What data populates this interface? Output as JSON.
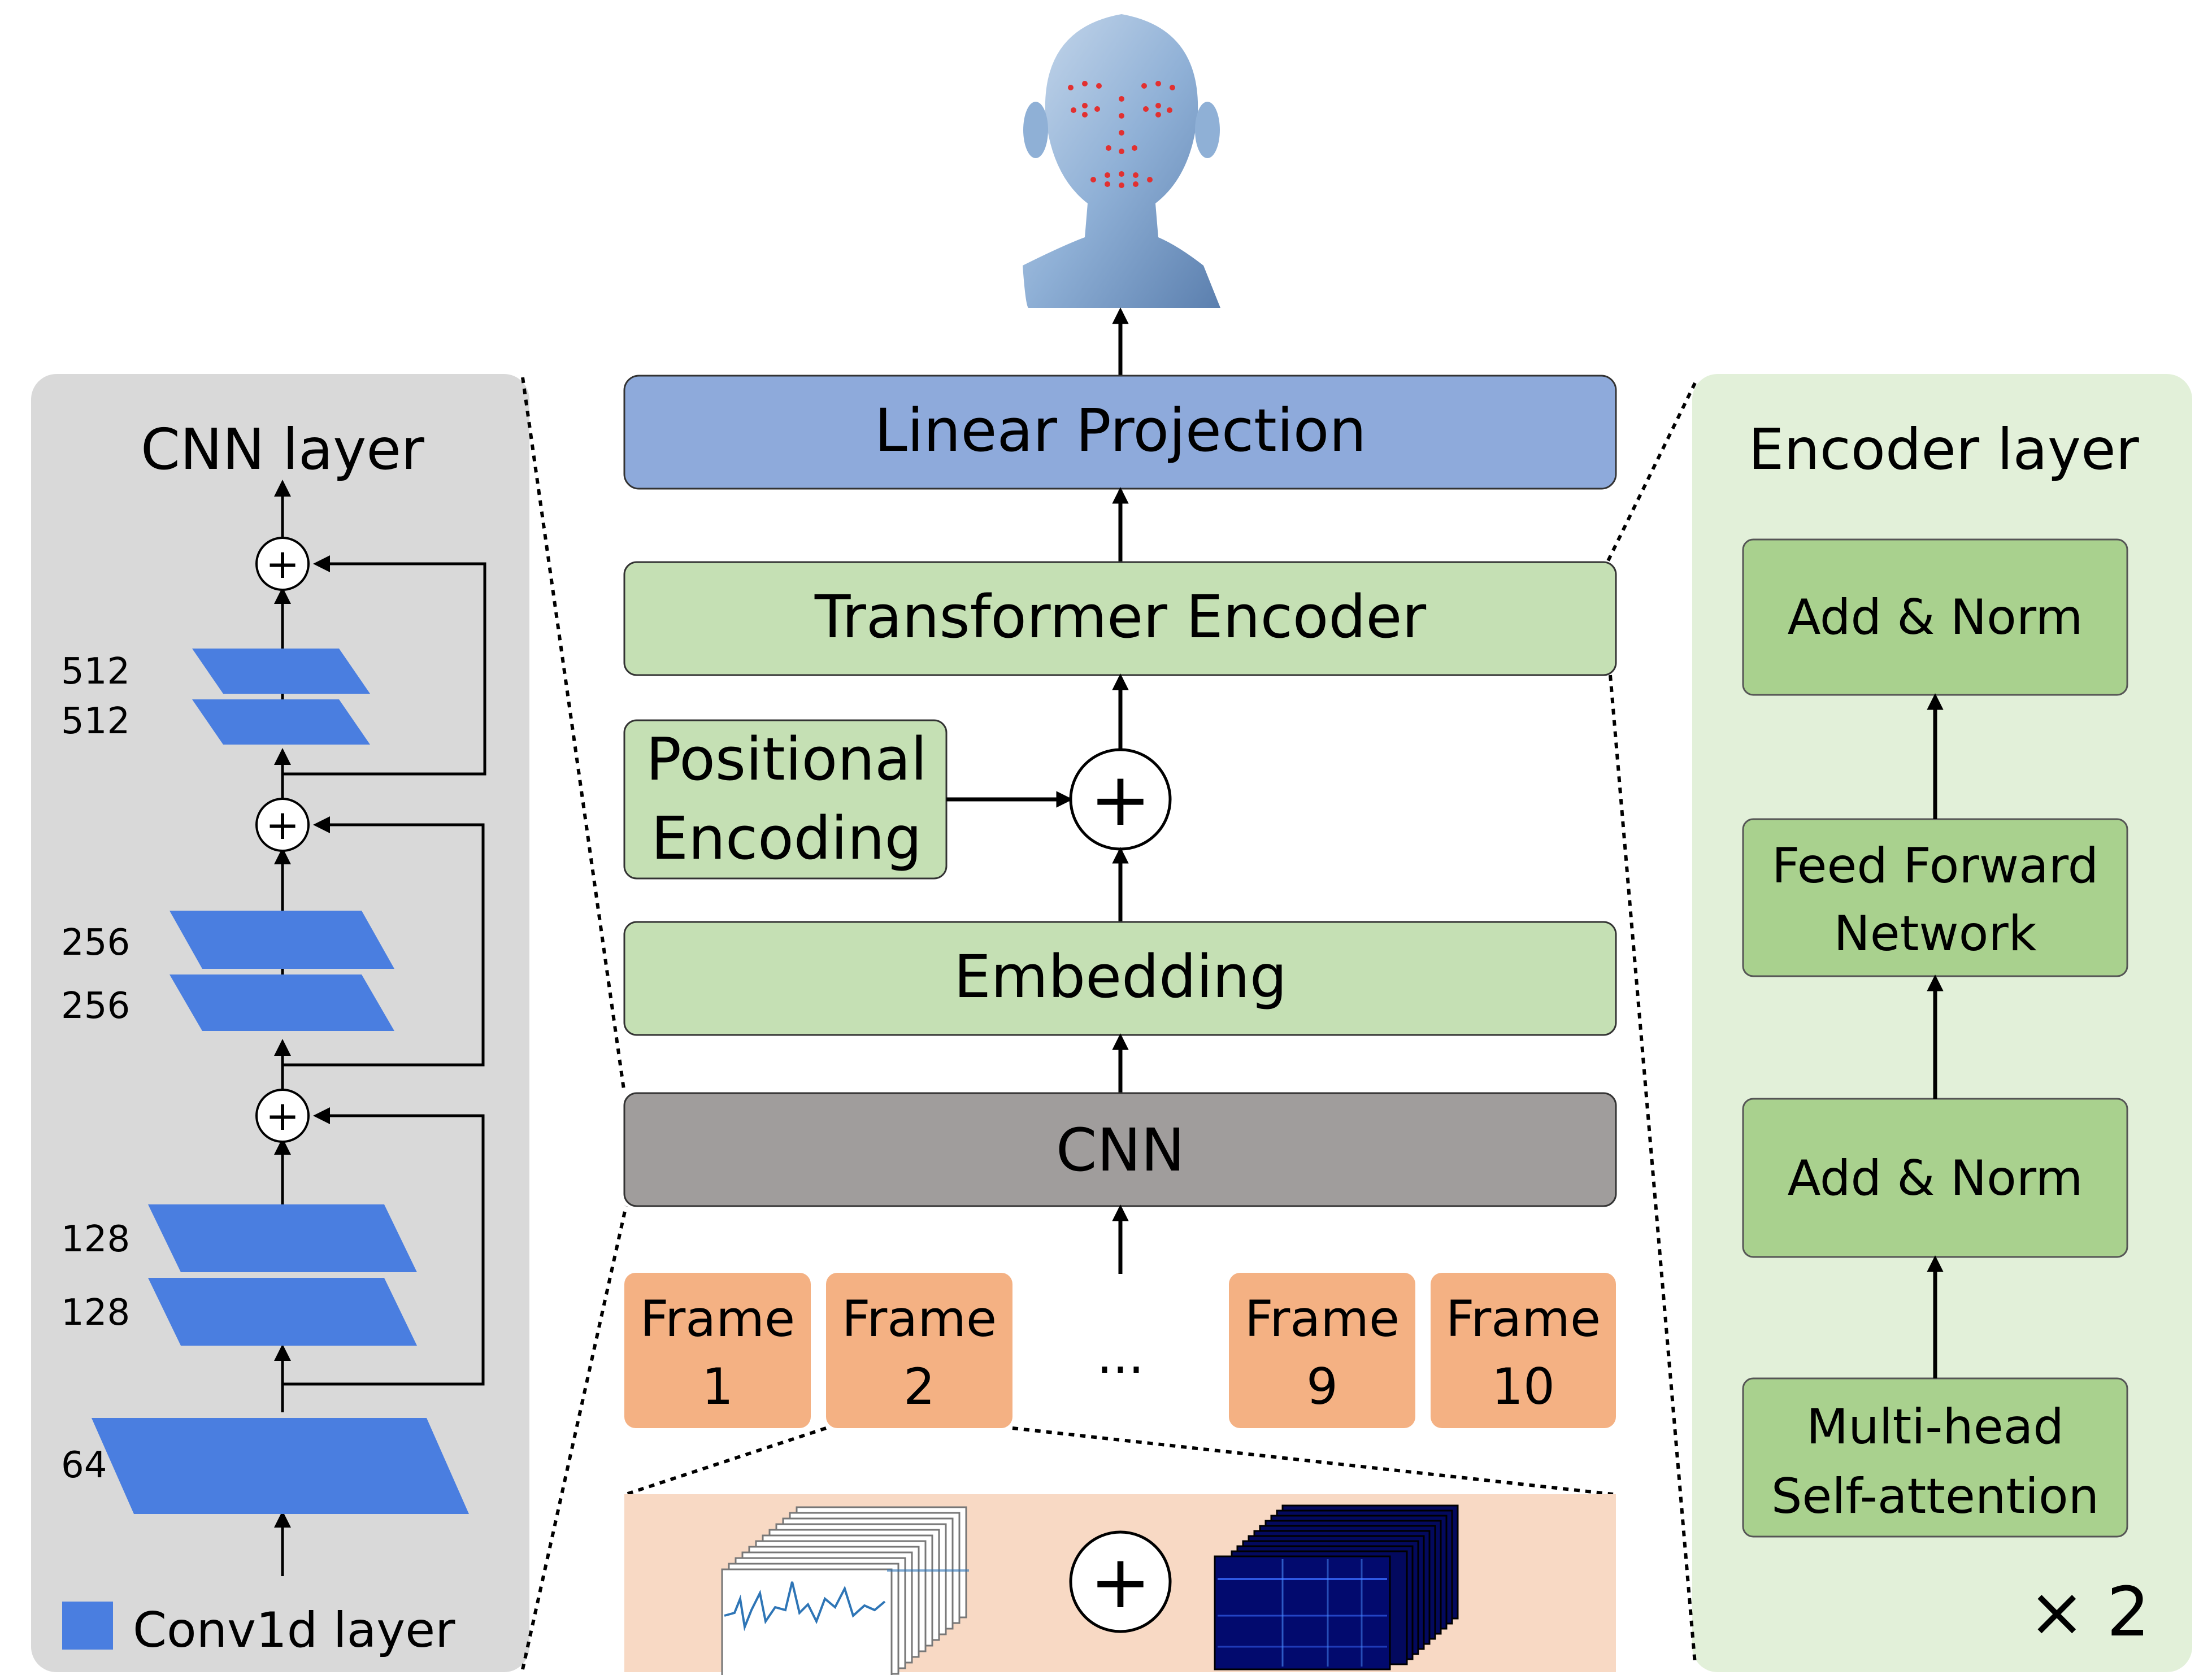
{
  "colors": {
    "linear_projection": "#8eaadb",
    "transformer_green": "#c5e0b4",
    "cnn_gray": "#a09d9c",
    "frame_orange": "#f4b183",
    "input_strip": "#f8d9c4",
    "cnn_panel": "#d9d9d9",
    "encoder_panel": "#e2f0d9",
    "encoder_block": "#a9d18e",
    "conv_blue": "#4a7ee0"
  },
  "center": {
    "head_image": "human-head-with-facial-landmarks",
    "linear_projection": "Linear Projection",
    "transformer_encoder": "Transformer Encoder",
    "positional_encoding": [
      "Positional",
      "Encoding"
    ],
    "plus": "+",
    "embedding": "Embedding",
    "cnn": "CNN",
    "frames": [
      {
        "line1": "Frame",
        "line2": "1"
      },
      {
        "line1": "Frame",
        "line2": "2"
      },
      {
        "line1": "Frame",
        "line2": "9"
      },
      {
        "line1": "Frame",
        "line2": "10"
      }
    ],
    "ellipsis": "...",
    "input_plus": "+",
    "input_icons": [
      "waveform-stack-icon",
      "spectrogram-stack-icon"
    ]
  },
  "cnn_panel": {
    "title": "CNN layer",
    "channels": [
      "512",
      "512",
      "256",
      "256",
      "128",
      "128",
      "64"
    ],
    "legend_label": "Conv1d layer",
    "plus": "+"
  },
  "encoder_panel": {
    "title": "Encoder layer",
    "blocks": [
      "Add & Norm",
      [
        "Feed Forward",
        "Network"
      ],
      "Add & Norm",
      [
        "Multi-head",
        "Self-attention"
      ]
    ],
    "repeat": "× 2"
  }
}
